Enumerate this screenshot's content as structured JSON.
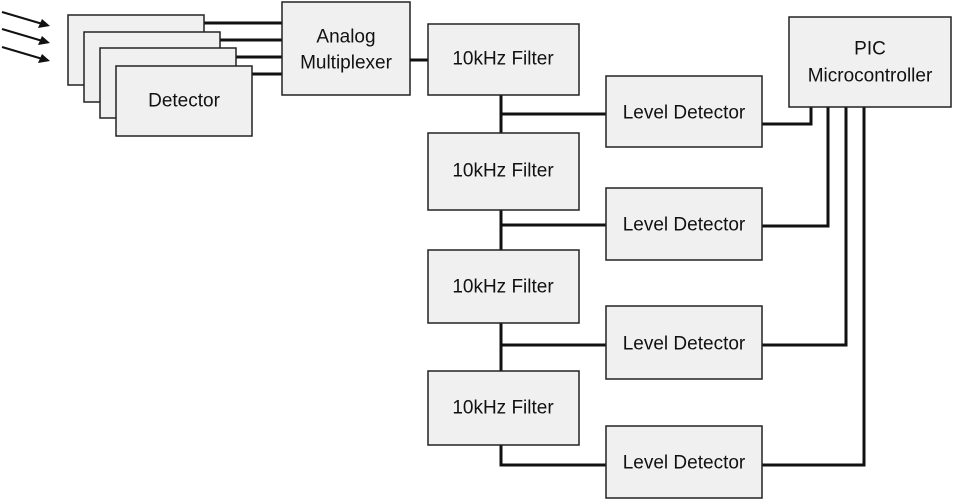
{
  "detector": {
    "label": "Detector"
  },
  "mux": {
    "line1": "Analog",
    "line2": "Multiplexer"
  },
  "pic": {
    "line1": "PIC",
    "line2": "Microcontroller"
  },
  "filters": [
    {
      "label": "10kHz Filter"
    },
    {
      "label": "10kHz Filter"
    },
    {
      "label": "10kHz Filter"
    },
    {
      "label": "10kHz Filter"
    }
  ],
  "level_detectors": [
    {
      "label": "Level Detector"
    },
    {
      "label": "Level Detector"
    },
    {
      "label": "Level Detector"
    },
    {
      "label": "Level Detector"
    }
  ],
  "colors": {
    "box_fill": "#f0f0f0",
    "box_stroke": "#222222",
    "wire": "#111111"
  }
}
